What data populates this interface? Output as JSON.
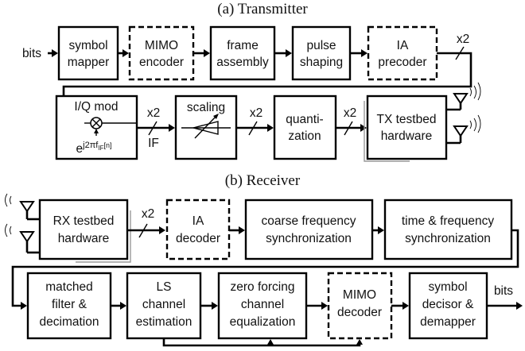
{
  "transmitter": {
    "title": "(a) Transmitter",
    "input": "bits",
    "blocks": {
      "symbol_mapper": [
        "symbol",
        "mapper"
      ],
      "mimo_encoder": [
        "MIMO",
        "encoder"
      ],
      "frame_assembly": [
        "frame",
        "assembly"
      ],
      "pulse_shaping": [
        "pulse",
        "shaping"
      ],
      "ia_precoder": [
        "IA",
        "precoder"
      ],
      "iq_mod": "I/Q mod",
      "scaling": "scaling",
      "quantization": [
        "quanti-",
        "zation"
      ],
      "tx_testbed": [
        "TX testbed",
        "hardware"
      ]
    },
    "iq_exponent_base": "e",
    "iq_exponent": "j2πf",
    "iq_exponent_sub": "IF",
    "iq_exponent_tail": "[n]",
    "mult": "x2",
    "if_label": "IF"
  },
  "receiver": {
    "title": "(b) Receiver",
    "output": "bits",
    "blocks": {
      "rx_testbed": [
        "RX testbed",
        "hardware"
      ],
      "ia_decoder": [
        "IA",
        "decoder"
      ],
      "coarse_sync": [
        "coarse frequency",
        "synchronization"
      ],
      "time_freq_sync": [
        "time & frequency",
        "synchronization"
      ],
      "matched_filter": [
        "matched",
        "filter &",
        "decimation"
      ],
      "ls_channel": [
        "LS",
        "channel",
        "estimation"
      ],
      "zf_eq": [
        "zero forcing",
        "channel",
        "equalization"
      ],
      "mimo_decoder": [
        "MIMO",
        "decoder"
      ],
      "symbol_decisor": [
        "symbol",
        "decisor &",
        "demapper"
      ]
    },
    "mult": "x2"
  }
}
